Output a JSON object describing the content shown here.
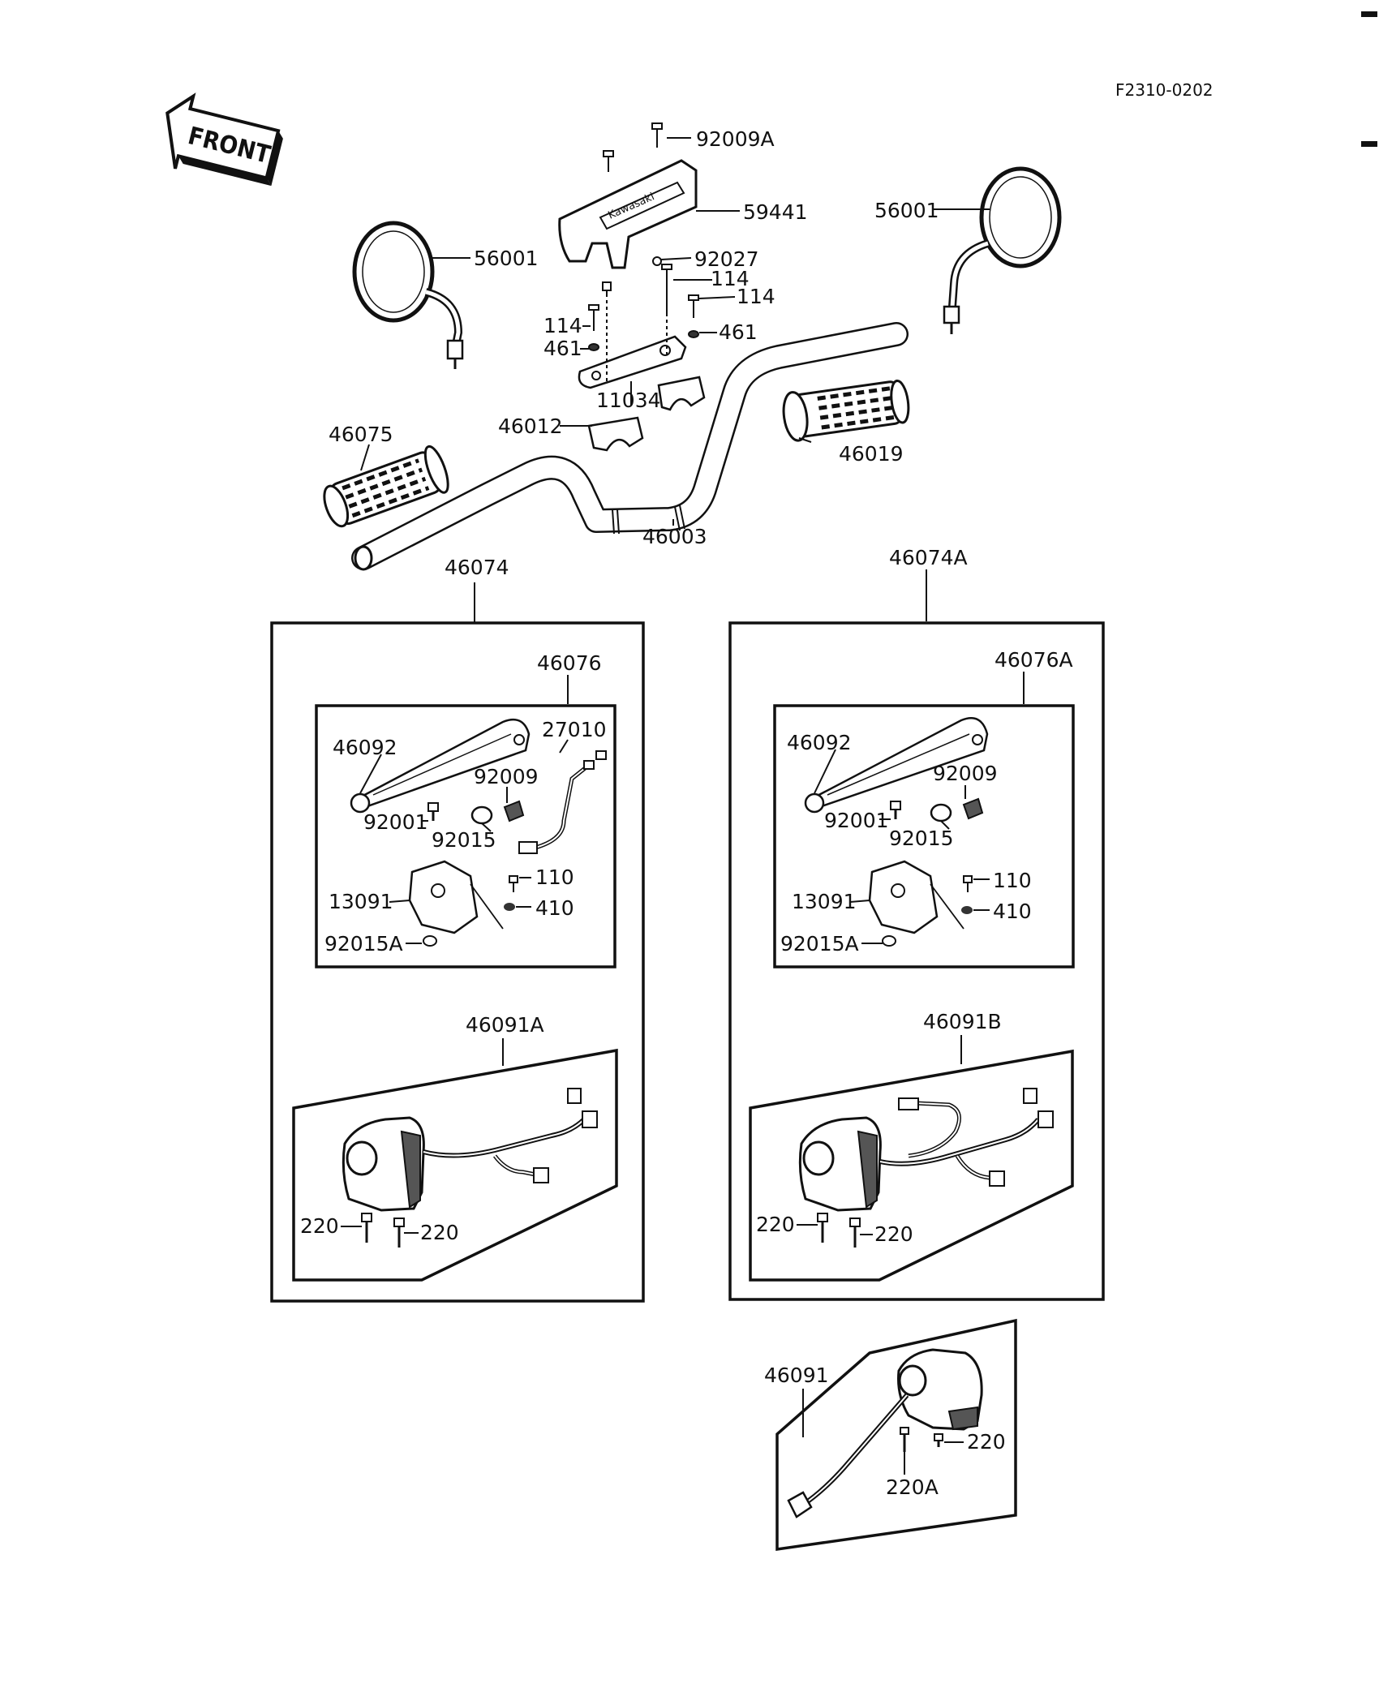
{
  "figure_code": "F2310-0202",
  "direction_arrow": "FRONT",
  "parts": {
    "screw_top": "92009A",
    "cover": "59441",
    "mirror_left": "56001",
    "mirror_right": "56001",
    "collar": "92027",
    "bolt_a": "114",
    "bolt_b": "114",
    "bolt_c": "114",
    "washer_left": "461",
    "washer_right": "461",
    "bracket": "11034",
    "holder": "46012",
    "grip_left": "46075",
    "throttle_grip": "46019",
    "handlebar": "46003"
  },
  "assembly_left": {
    "label": "46074",
    "lever_assy": "46076",
    "lever": "46092",
    "switch_cable": "27010",
    "adj_bolt": "92009",
    "pin": "92001",
    "nut": "92015",
    "holder": "13091",
    "screw": "110",
    "washer": "410",
    "nut_a": "92015A",
    "switch": "46091A",
    "screw_1": "220",
    "screw_2": "220"
  },
  "assembly_right": {
    "label": "46074A",
    "lever_assy": "46076A",
    "lever": "46092",
    "adj_bolt": "92009",
    "pin": "92001",
    "nut": "92015",
    "holder": "13091",
    "screw": "110",
    "washer": "410",
    "nut_a": "92015A",
    "switch": "46091B",
    "screw_1": "220",
    "screw_2": "220"
  },
  "switch_single": {
    "label": "46091",
    "screw": "220",
    "screw_a": "220A"
  }
}
